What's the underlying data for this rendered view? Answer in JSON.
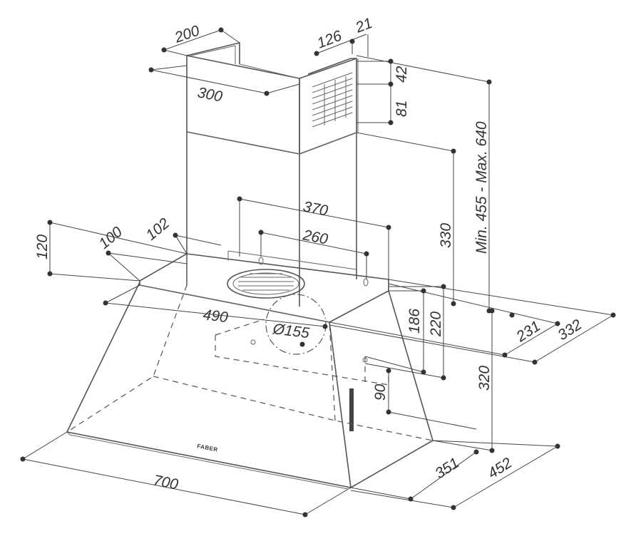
{
  "dimensions": {
    "chimney_width": "200",
    "chimney_depth_upper": "300",
    "chimney_126": "126",
    "chimney_21": "21",
    "vent_42": "42",
    "vent_81": "81",
    "height_range": "Min. 455 - Max. 640",
    "h_330": "330",
    "bracket_370": "370",
    "bracket_260": "260",
    "h_120": "120",
    "d_100": "100",
    "d_102": "102",
    "w_490": "490",
    "outlet_diameter": "Ø155",
    "h_186": "186",
    "h_220": "220",
    "d_231": "231",
    "d_332": "332",
    "h_90": "90",
    "h_320": "320",
    "width_700": "700",
    "depth_351": "351",
    "depth_452": "452"
  },
  "brand": "FABER"
}
